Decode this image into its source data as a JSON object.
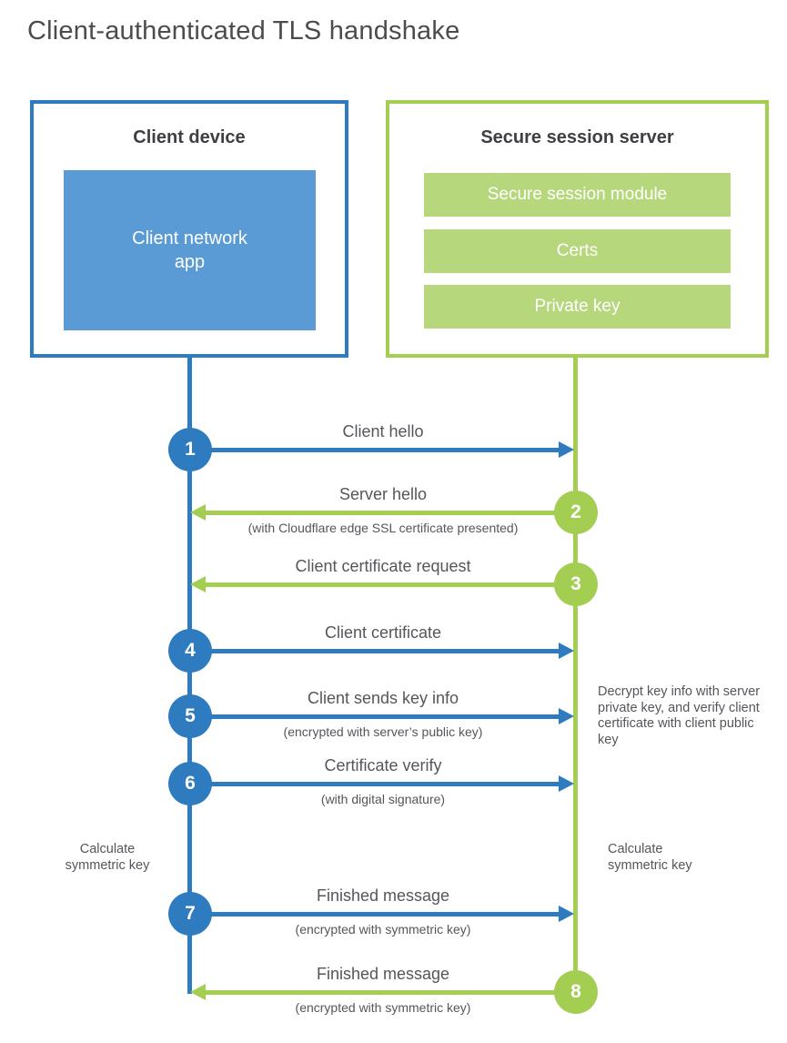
{
  "title": "Client-authenticated TLS handshake",
  "client": {
    "box_title": "Client device",
    "inner_label": "Client network app"
  },
  "server": {
    "box_title": "Secure session server",
    "modules": [
      "Secure session module",
      "Certs",
      "Private key"
    ]
  },
  "steps": [
    {
      "number": "1",
      "direction": "right",
      "color": "blue",
      "label": "Client hello",
      "sublabel": ""
    },
    {
      "number": "2",
      "direction": "left",
      "color": "green",
      "label": "Server hello",
      "sublabel": "(with Cloudflare edge SSL certificate presented)"
    },
    {
      "number": "3",
      "direction": "left",
      "color": "green",
      "label": "Client certificate request",
      "sublabel": ""
    },
    {
      "number": "4",
      "direction": "right",
      "color": "blue",
      "label": "Client certificate",
      "sublabel": ""
    },
    {
      "number": "5",
      "direction": "right",
      "color": "blue",
      "label": "Client sends key info",
      "sublabel": "(encrypted with server’s public key)"
    },
    {
      "number": "6",
      "direction": "right",
      "color": "blue",
      "label": "Certificate verify",
      "sublabel": "(with digital signature)"
    },
    {
      "number": "7",
      "direction": "right",
      "color": "blue",
      "label": "Finished message",
      "sublabel": "(encrypted with symmetric key)"
    },
    {
      "number": "8",
      "direction": "left",
      "color": "green",
      "label": "Finished message",
      "sublabel": "(encrypted with symmetric key)"
    }
  ],
  "annotations": {
    "decrypt_note": "Decrypt key info with server private key, and verify client certificate with client public key",
    "calc_left": "Calculate symmetric key",
    "calc_right": "Calculate symmetric key"
  },
  "colors": {
    "blue_accent": "#2e7bbf",
    "blue_fill": "#5b9bd5",
    "green_accent": "#a4ce52",
    "green_fill": "#b7d77d",
    "heading_text": "#3d3f42",
    "label_text": "#54565b"
  }
}
